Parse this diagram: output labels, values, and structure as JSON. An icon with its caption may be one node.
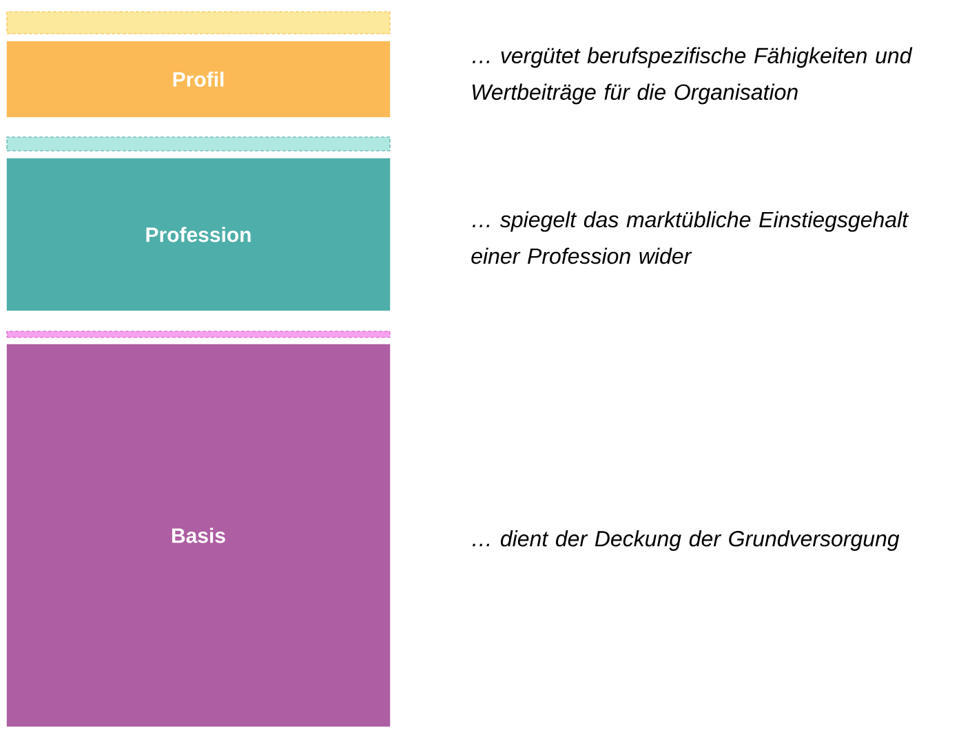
{
  "diagram": {
    "nodes": [
      {
        "text": [],
        "shape": "bar"
      },
      {
        "text": [
          "Profil"
        ],
        "beside": [
          "… vergütet berufspezifische Fähigkeiten und Wertbeiträge für die Organisation"
        ]
      },
      {
        "text": [],
        "shape": "bar"
      },
      {
        "text": [
          "Profession"
        ],
        "beside": [
          "… spiegelt das marktübliche Einstiegsgehalt einer Profession wider"
        ]
      },
      {
        "text": [],
        "shape": "bar"
      },
      {
        "text": [
          "Basis"
        ],
        "beside": [
          "… dient der Deckung der Grundversorgung"
        ]
      }
    ]
  }
}
